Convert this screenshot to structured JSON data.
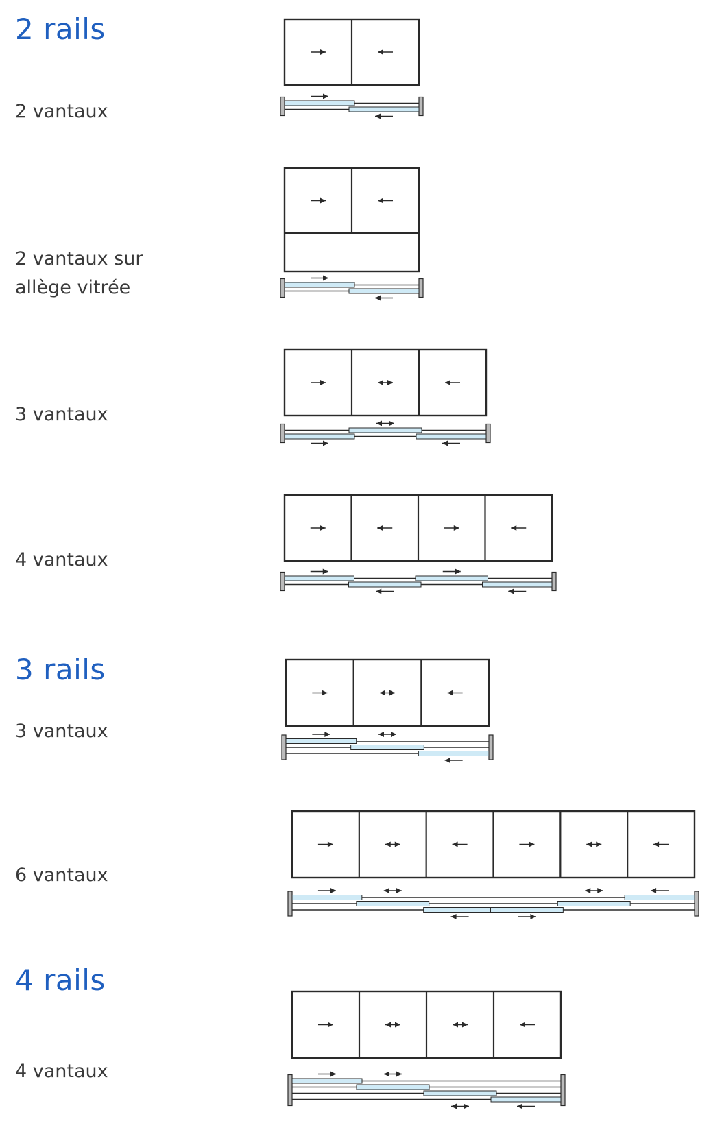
{
  "sections": [
    {
      "heading": "2 rails",
      "configs": [
        {
          "label": "2 vantaux",
          "panels": [
            "right",
            "left"
          ],
          "rails": 2,
          "allege": false
        },
        {
          "label": "2 vantaux sur allège vitrée",
          "label_lines": [
            "2 vantaux sur",
            "allège vitrée"
          ],
          "panels": [
            "right",
            "left"
          ],
          "rails": 2,
          "allege": true
        },
        {
          "label": "3 vantaux",
          "panels": [
            "right",
            "both",
            "left"
          ],
          "rails": 2,
          "allege": false
        },
        {
          "label": "4 vantaux",
          "panels": [
            "right",
            "left",
            "right",
            "left"
          ],
          "rails": 2,
          "allege": false
        }
      ]
    },
    {
      "heading": "3 rails",
      "configs": [
        {
          "label": "3 vantaux",
          "panels": [
            "right",
            "both",
            "left"
          ],
          "rails": 3,
          "allege": false
        },
        {
          "label": "6 vantaux",
          "panels": [
            "right",
            "both",
            "left",
            "right",
            "both",
            "left"
          ],
          "rails": 3,
          "allege": false
        }
      ]
    },
    {
      "heading": "4 rails",
      "configs": [
        {
          "label": "4 vantaux",
          "panels": [
            "right",
            "both",
            "both",
            "left"
          ],
          "rails": 4,
          "allege": false
        }
      ]
    }
  ],
  "colors": {
    "heading": "#1f5fbf",
    "glass": "#cfeaf6",
    "line": "#2a2a2a"
  },
  "arrow_legend": {
    "right": "→",
    "left": "←",
    "both": "↔"
  }
}
